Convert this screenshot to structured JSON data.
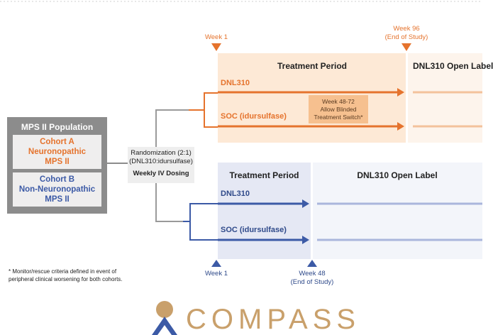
{
  "top_markers": {
    "week1": "Week 1",
    "week96": "Week 96",
    "end_of_study": "(End of Study)"
  },
  "cohort_ac": {
    "treatment_period": "Treatment Period",
    "open_label": "DNL310 Open Label",
    "arm1": "DNL310",
    "arm2": "SOC (idursulfase)",
    "switch_box": [
      "Week 48-72",
      "Allow Blinded",
      "Treatment Switch*"
    ]
  },
  "cohort_b_panel": {
    "treatment_period": "Treatment Period",
    "open_label": "DNL310 Open Label",
    "arm1": "DNL310",
    "arm2": "SOC (idursulfase)"
  },
  "bottom_markers": {
    "week1": "Week 1",
    "week48": "Week 48",
    "end_of_study": "(End of Study)"
  },
  "population": {
    "title": "MPS II Population",
    "cohort_a": [
      "Cohort A",
      "Neuronopathic",
      "MPS II"
    ],
    "cohort_b": [
      "Cohort B",
      "Non-Neuronopathic",
      "MPS II"
    ]
  },
  "randomization": {
    "line1": "Randomization (2:1)",
    "line2": "(DNL310:idursulfase)",
    "dosing": "Weekly IV Dosing"
  },
  "footnote": {
    "line1": "* Monitor/rescue criteria defined in event of",
    "line2": "peripheral clinical worsening for both cohorts."
  },
  "logo": {
    "text": "COMPASS"
  },
  "colors": {
    "orange": "#e5732d",
    "blue": "#3c5aa6",
    "peach_panel": "#fde9d6",
    "switch_box": "#f6c08f",
    "lavender_panel": "#e5e8f4",
    "gray_panel": "#8c8c8c"
  }
}
